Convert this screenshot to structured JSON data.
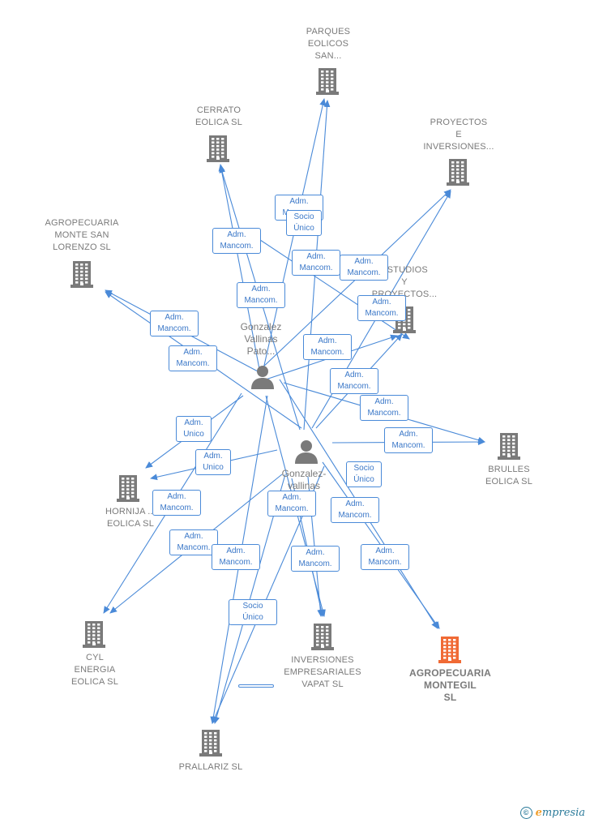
{
  "companies": [
    {
      "id": "parques",
      "label": "PARQUES\nEOLICOS\nSAN..."
    },
    {
      "id": "cerrato",
      "label": "CERRATO\nEOLICA  SL"
    },
    {
      "id": "proyectos_inv",
      "label": "PROYECTOS\nE\nINVERSIONES..."
    },
    {
      "id": "agro_msl",
      "label": "AGROPECUARIA\nMONTE SAN\nLORENZO SL"
    },
    {
      "id": "estudios",
      "label": "ESTUDIOS\nY\nPROYECTOS..."
    },
    {
      "id": "brulles",
      "label": "BRULLES\nEOLICA SL"
    },
    {
      "id": "hornija",
      "label": "HORNIJA ...\nEOLICA SL"
    },
    {
      "id": "cyl",
      "label": "CYL\nENERGIA\nEOLICA SL"
    },
    {
      "id": "vapat",
      "label": "INVERSIONES\nEMPRESARIALES\nVAPAT SL"
    },
    {
      "id": "montegil",
      "label": "AGROPECUARIA\nMONTEGIL\nSL"
    },
    {
      "id": "prallariz",
      "label": "PRALLARIZ  SL"
    }
  ],
  "persons": [
    {
      "id": "p1",
      "label": "Gonzalez\nVallinas\nPato..."
    },
    {
      "id": "p2",
      "label": "Gonzalez-\nvallinas\n...ael"
    }
  ],
  "badges": [
    "Adm.\nMancom.",
    "Socio\nÚnico",
    "Adm.\nMancom.",
    "Adm.\nMancom.",
    "Adm.\nMancom.",
    "Adm.\nMancom.",
    "Adm.\nMancom.",
    "Adm.\nMancom.",
    "Adm.\nMancom.",
    "Adm.\nMancom.",
    "Adm.\nMancom.",
    "Adm.\nMancom.",
    "Adm.\nUnico",
    "Adm.\nUnico",
    "Adm.\nMancom.",
    "Socio\nÚnico",
    "Adm.\nMancom.",
    "Adm.\nMancom.",
    "Adm.\nMancom.",
    "Adm.\nMancom.",
    "Adm.\nMancom.",
    "Adm.\nMancom.",
    "Adm.\nMancom.",
    "Socio\nÚnico"
  ],
  "colors": {
    "edge": "#4a8ad8",
    "building": "#7a7a7a",
    "building_highlight": "#f06a35",
    "person": "#7a7a7a"
  },
  "footer": {
    "copyright": "©",
    "brand_initial": "e",
    "brand_rest": "mpresia"
  }
}
